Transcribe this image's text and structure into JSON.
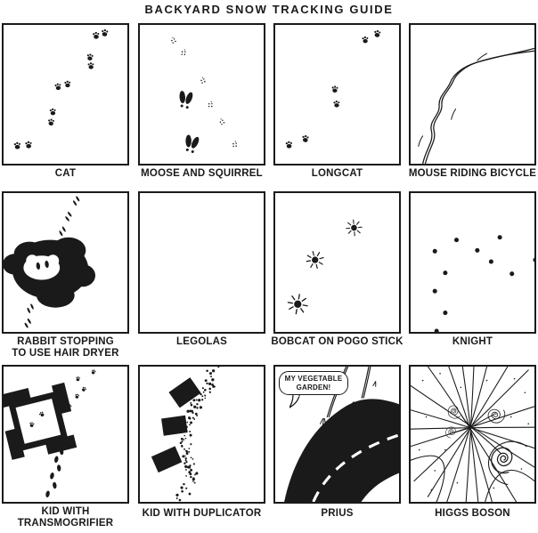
{
  "title": "BACKYARD SNOW TRACKING GUIDE",
  "ink_color": "#1a1a1a",
  "background_color": "#ffffff",
  "panels": [
    {
      "name": "cat",
      "caption": "CAT"
    },
    {
      "name": "moose-and-squirrel",
      "caption": "MOOSE AND SQUIRREL"
    },
    {
      "name": "longcat",
      "caption": "LONGCAT"
    },
    {
      "name": "mouse-riding-bicycle",
      "caption": "MOUSE RIDING BICYCLE"
    },
    {
      "name": "rabbit-hair-dryer",
      "caption": "RABBIT STOPPING\nTO USE HAIR DRYER"
    },
    {
      "name": "legolas",
      "caption": "LEGOLAS"
    },
    {
      "name": "bobcat-pogo-stick",
      "caption": "BOBCAT ON POGO STICK"
    },
    {
      "name": "knight",
      "caption": "KNIGHT"
    },
    {
      "name": "kid-transmogrifier",
      "caption": "KID WITH\nTRANSMOGRIFIER"
    },
    {
      "name": "kid-duplicator",
      "caption": "KID WITH DUPLICATOR"
    },
    {
      "name": "prius",
      "caption": "PRIUS",
      "speech_bubble": "MY VEGETABLE\nGARDEN!"
    },
    {
      "name": "higgs-boson",
      "caption": "HIGGS BOSON"
    }
  ]
}
